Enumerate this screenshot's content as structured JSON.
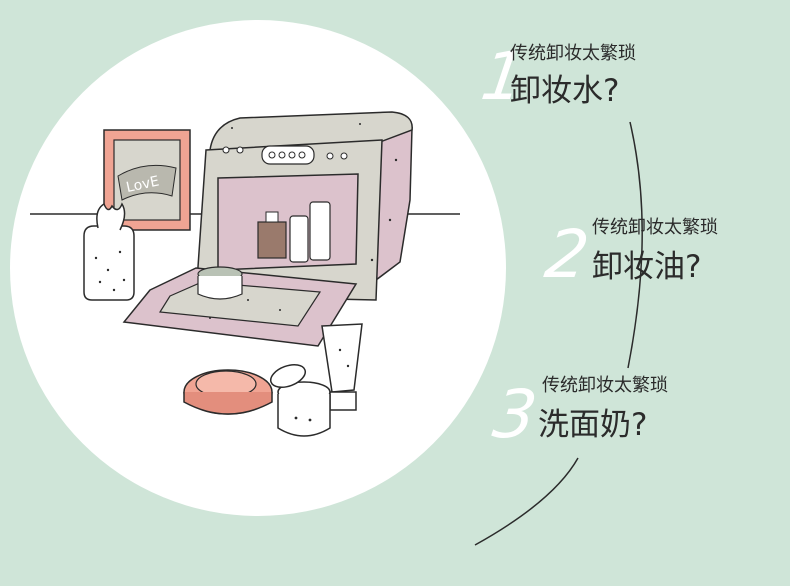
{
  "illustration": {
    "love_text": "LovE"
  },
  "steps": [
    {
      "number": "1",
      "subtitle": "传统卸妆太繁琐",
      "title": "卸妆水?"
    },
    {
      "number": "2",
      "subtitle": "传统卸妆太繁琐",
      "title": "卸妆油?"
    },
    {
      "number": "3",
      "subtitle": "传统卸妆太繁琐",
      "title": "洗面奶?"
    }
  ],
  "colors": {
    "background": "#cfe5d8",
    "circle": "#ffffff",
    "line": "#2b2b2b",
    "frame": "#f0a493",
    "machine_pink": "#dcc2cc",
    "machine_grey": "#d7d6cd",
    "compact": "#f0a493"
  }
}
